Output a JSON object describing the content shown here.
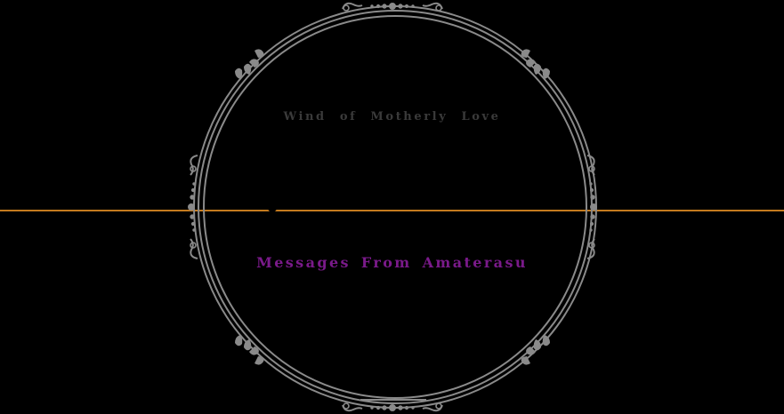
{
  "colors": {
    "background": "#000000",
    "frame": "#8a8a8a",
    "line": "#c47a1e",
    "subtitle": "#3a3a3a",
    "title": "#7a1a8a"
  },
  "frame": {
    "type": "ornamental-circle",
    "icon": "ornate-circle-frame-icon"
  },
  "header": {
    "subtitle": "Wind  of  Motherly  Love"
  },
  "main": {
    "title": "Messages From Amaterasu"
  }
}
